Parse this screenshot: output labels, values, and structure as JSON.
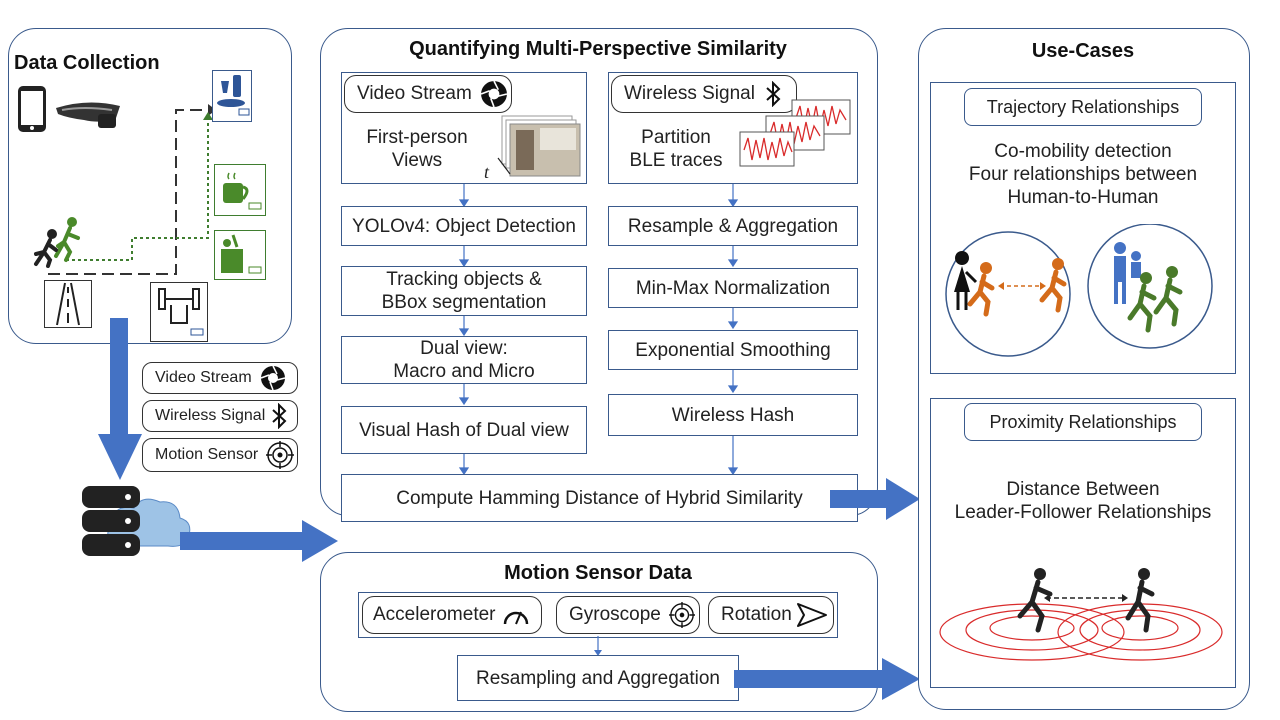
{
  "data_collection": {
    "title": "Data Collection",
    "legend": [
      {
        "label": "Video Stream",
        "icon": "camera-shutter-icon"
      },
      {
        "label": "Wireless Signal",
        "icon": "bluetooth-icon"
      },
      {
        "label": "Motion Sensor",
        "icon": "gyroscope-icon"
      }
    ]
  },
  "similarity": {
    "title": "Quantifying Multi-Perspective Similarity",
    "video_label": "Video Stream",
    "video_desc": "First-person\nViews",
    "t_label": "t",
    "wireless_label": "Wireless Signal",
    "wireless_desc": "Partition\nBLE traces",
    "left_steps": [
      "YOLOv4: Object Detection",
      "Tracking objects &\nBBox segmentation",
      "Dual view:\nMacro and Micro",
      "Visual Hash of Dual view"
    ],
    "right_steps": [
      "Resample & Aggregation",
      "Min-Max Normalization",
      "Exponential Smoothing",
      "Wireless Hash"
    ],
    "combine": "Compute Hamming Distance of Hybrid Similarity"
  },
  "motion": {
    "title": "Motion Sensor Data",
    "sensors": [
      "Accelerometer",
      "Gyroscope",
      "Rotation"
    ],
    "step": "Resampling and Aggregation"
  },
  "use_cases": {
    "title": "Use-Cases",
    "trajectory": {
      "label": "Trajectory Relationships",
      "desc": "Co-mobility detection\nFour relationships between\nHuman-to-Human"
    },
    "proximity": {
      "label": "Proximity Relationships",
      "desc": "Distance Between\nLeader-Follower Relationships"
    }
  },
  "colors": {
    "panel_border": "#3a5a8c",
    "arrow_blue": "#4472c4",
    "accent_orange": "#d46b1a",
    "accent_green": "#4a7a2a",
    "signal_red": "#d92b2b"
  }
}
